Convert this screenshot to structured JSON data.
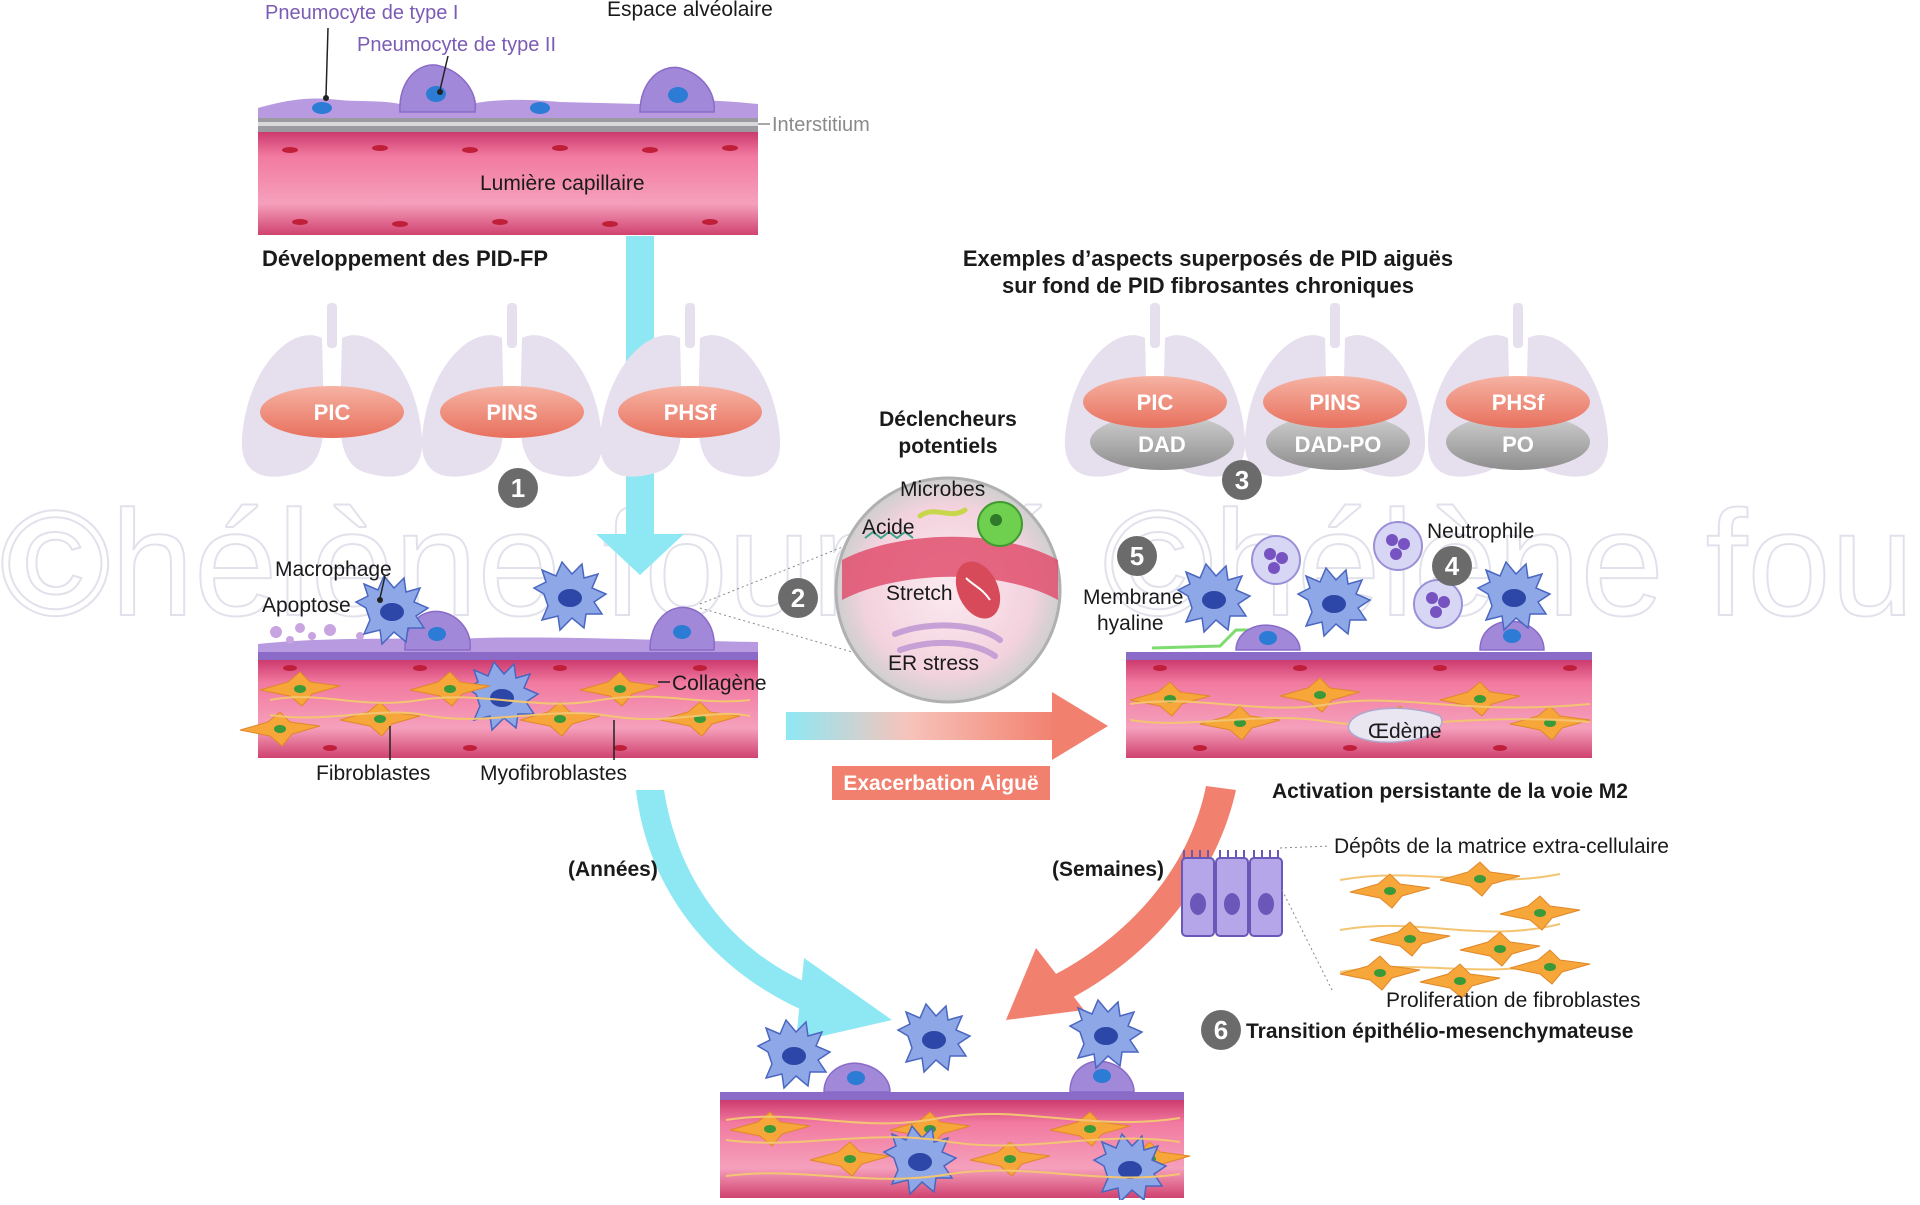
{
  "labels": {
    "pneumocyte1": "Pneumocyte de type I",
    "pneumocyte2": "Pneumocyte de type II",
    "espace": "Espace alvéolaire",
    "interstitium": "Interstitium",
    "lumiere": "Lumière capillaire",
    "dev_title": "Développement des PID-FP",
    "exemples_line1": "Exemples d’aspects superposés de PID aiguës",
    "exemples_line2": "sur fond de PID fibrosantes chroniques",
    "declencheurs_line1": "Déclencheurs",
    "declencheurs_line2": "potentiels",
    "microbes": "Microbes",
    "acide": "Acide",
    "stretch": "Stretch",
    "er_stress": "ER stress",
    "macrophage": "Macrophage",
    "apoptose": "Apoptose",
    "collagene": "Collagène",
    "fibroblastes": "Fibroblastes",
    "myofibroblastes": "Myofibroblastes",
    "membrane_line1": "Membrane",
    "membrane_line2": "hyaline",
    "neutrophile": "Neutrophile",
    "oedeme": "Œdème",
    "exacerbation": "Exacerbation Aiguë",
    "activation": "Activation persistante de la voie M2",
    "annees": "(Années)",
    "semaines": "(Semaines)",
    "depots": "Dépôts de la matrice extra-cellulaire",
    "proliferation": "Proliferation de fibroblastes",
    "transition": "Transition épithélio-mesenchymateuse"
  },
  "pills_left": [
    "PIC",
    "PINS",
    "PHSf"
  ],
  "pills_right_top": [
    "PIC",
    "PINS",
    "PHSf"
  ],
  "pills_right_bottom": [
    "DAD",
    "DAD-PO",
    "PO"
  ],
  "numbers": [
    "1",
    "2",
    "3",
    "4",
    "5",
    "6"
  ],
  "watermark": "©hélène fournié  ©hélène fournié",
  "colors": {
    "cyan_arrow": "#8ee8f4",
    "salmon_arrow": "#f2806e",
    "capillary": "#e8577f",
    "epithelium": "#b89ae0",
    "pill_red": "#f0907c",
    "pill_grey": "#a9a9a9",
    "number_bg": "#6b6b6b",
    "lung": "#e6dfee"
  }
}
